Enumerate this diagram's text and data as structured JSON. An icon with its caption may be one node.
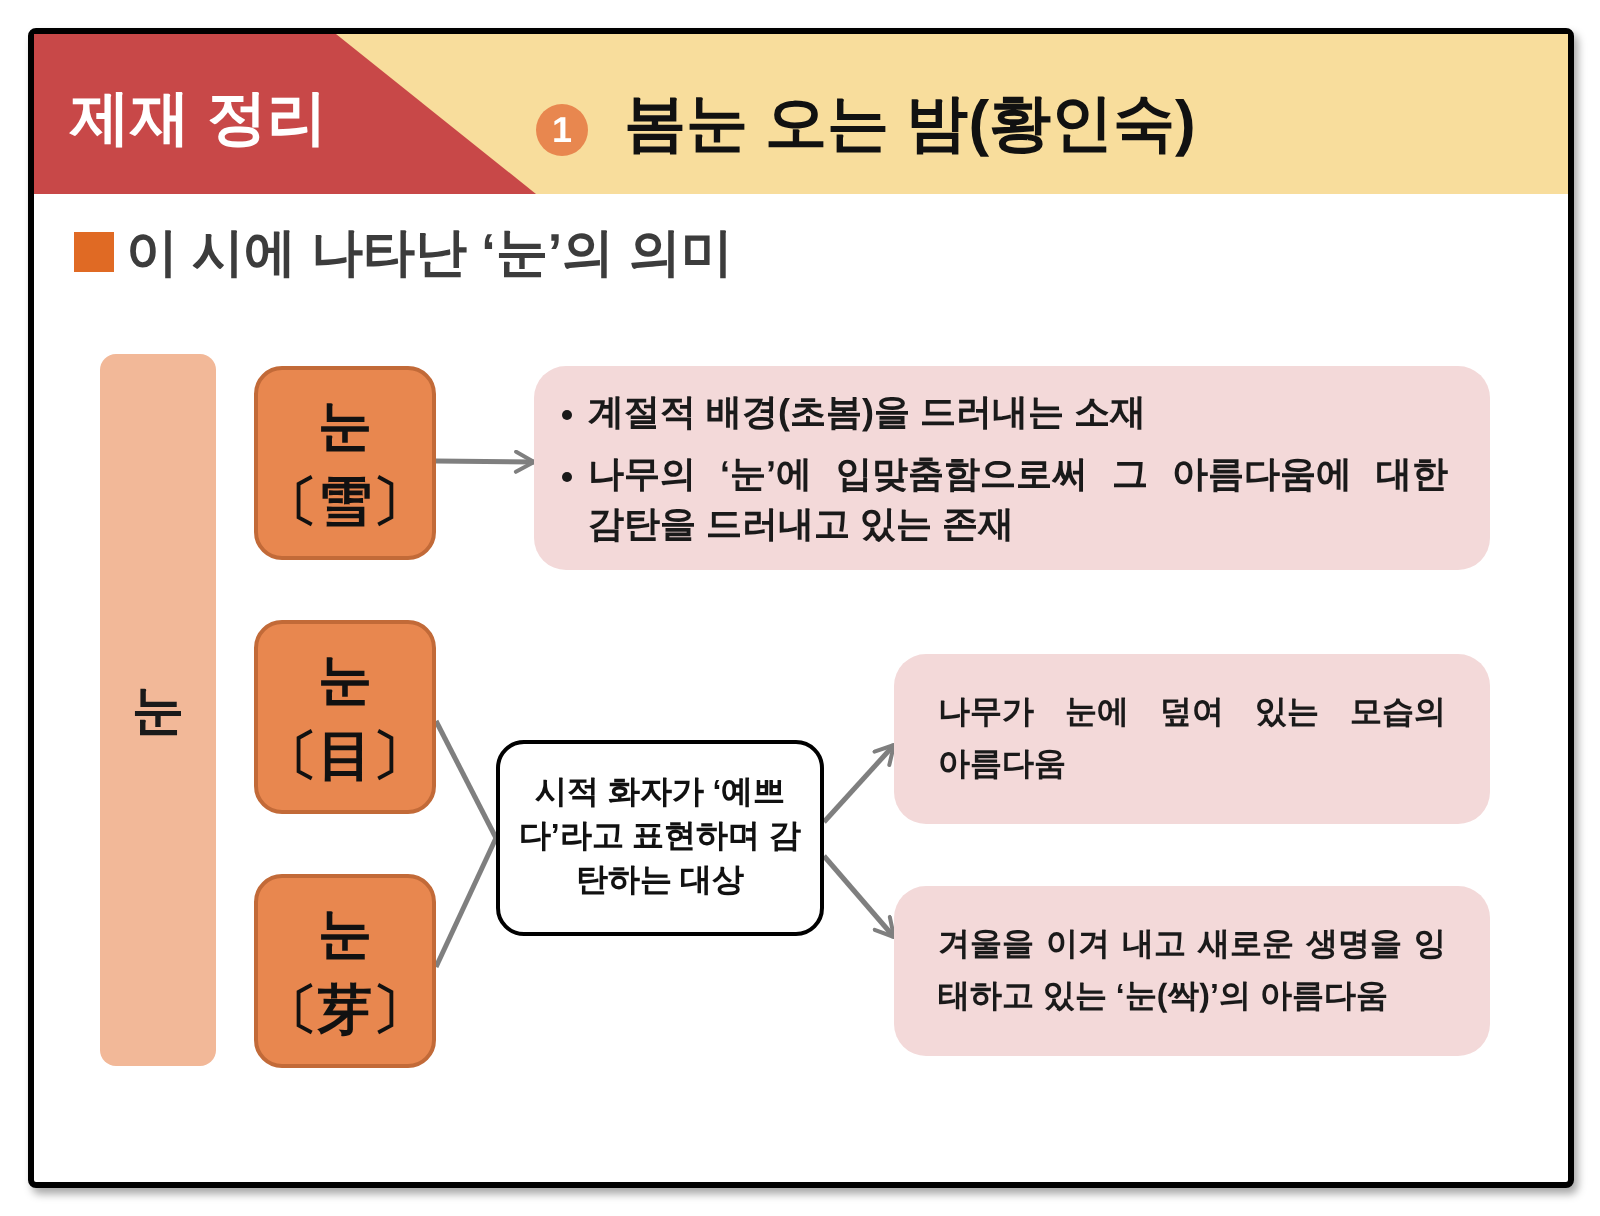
{
  "diagram": {
    "title": "봄눈 오는 밤(황인숙)",
    "nodes": [
      {
        "text": [
          "눈"
        ]
      },
      {
        "text": [
          "눈",
          "〔雪〕"
        ]
      },
      {
        "text": [
          "눈",
          "〔目〕"
        ]
      },
      {
        "text": [
          "눈",
          "〔芽〕"
        ]
      },
      {
        "text": [
          "계절적 배경(초봄)을 드러내는 소재",
          "나무의 ‘눈’에 입맞춤함으로써 그 아름다움에 대한 감탄을 드러내고 있는 존재"
        ]
      },
      {
        "text": [
          "시적 화자가 ‘예쁘다’라고 표현하며 감탄하는 대상"
        ]
      },
      {
        "text": [
          "나무가 눈에 덮여 있는 모습의 아름다움"
        ]
      },
      {
        "text": [
          "겨울을 이겨 내고 새로운 생명을 잉태하고 있는 ‘눈(싹)’의 아름다움"
        ]
      }
    ],
    "edges": [
      {
        "from": 1,
        "to": 4,
        "arrow": "to"
      },
      {
        "from": 2,
        "to": 5,
        "arrow": "none"
      },
      {
        "from": 3,
        "to": 5,
        "arrow": "none"
      },
      {
        "from": 5,
        "to": 6,
        "arrow": "to"
      },
      {
        "from": 5,
        "to": 7,
        "arrow": "to"
      }
    ],
    "labels": [
      "제재 정리",
      "1",
      "이 시에 나타난 ‘눈’의 의미"
    ]
  }
}
